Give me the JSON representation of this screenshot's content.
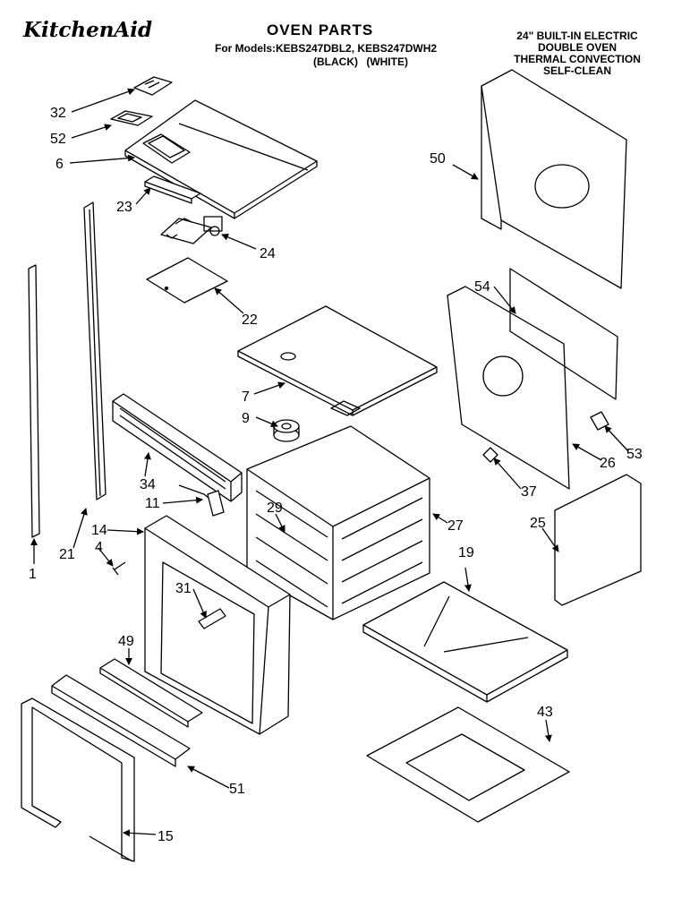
{
  "header": {
    "brand": "KitchenAid",
    "title": "OVEN PARTS",
    "models": "For Models:KEBS247DBL2, KEBS247DWH2",
    "colors": "(BLACK)   (WHITE)",
    "description": [
      "24\" BUILT-IN ELECTRIC",
      "DOUBLE OVEN",
      "THERMAL CONVECTION",
      "SELF-CLEAN"
    ]
  },
  "callouts": [
    "32",
    "52",
    "6",
    "23",
    "24",
    "22",
    "7",
    "9",
    "34",
    "11",
    "14",
    "4",
    "21",
    "1",
    "29",
    "27",
    "31",
    "49",
    "51",
    "15",
    "50",
    "54",
    "53",
    "26",
    "37",
    "25",
    "19",
    "43"
  ]
}
